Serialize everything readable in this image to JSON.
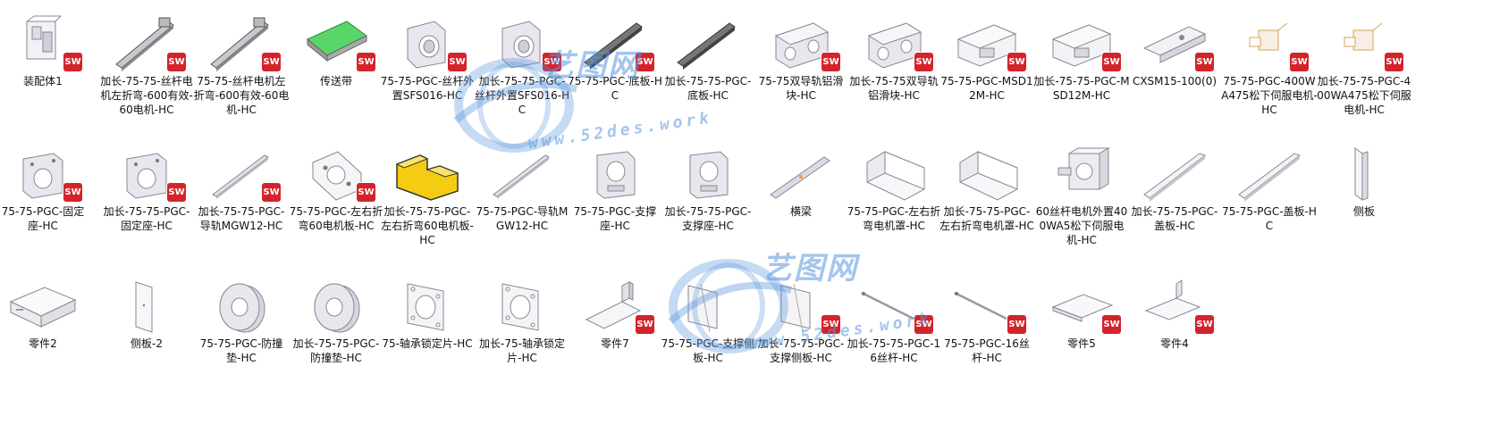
{
  "colors": {
    "sw_badge": "#d4232b",
    "part_face": "#e9e6ee",
    "part_edge": "#8a8595",
    "conveyor_green": "#58d66a",
    "yellow_part": "#f4cc14",
    "watermark": "#5a96dc"
  },
  "badge_text": "SW",
  "watermark": {
    "cn": "艺图网",
    "url": "www.52des.work"
  },
  "rows": [
    [
      {
        "label": "装配体1",
        "icon": "assembly-frame",
        "badge": true
      },
      {
        "label": "加长-75-75-丝杆电机左折弯-600有效-60电机-HC",
        "icon": "rail-long",
        "badge": true
      },
      {
        "label": "75-75-丝杆电机左折弯-600有效-60电机-HC",
        "icon": "rail-long",
        "badge": true
      },
      {
        "label": "传送带",
        "icon": "conveyor-belt",
        "badge": true
      },
      {
        "label": "75-75-PGC-丝杆外置SFS016-HC",
        "icon": "bearing-block",
        "badge": true
      },
      {
        "label": "加长-75-75-PGC-丝杆外置SFS016-HC",
        "icon": "bearing-block",
        "badge": true
      },
      {
        "label": "75-75-PGC-底板-HC",
        "icon": "rail-dark",
        "badge": true
      },
      {
        "label": "加长-75-75-PGC-底板-HC",
        "icon": "rail-dark",
        "badge": false
      },
      {
        "label": "75-75双导轨铝滑块-HC",
        "icon": "slider-block",
        "badge": true
      },
      {
        "label": "加长-75-75双导轨铝滑块-HC",
        "icon": "slider-block",
        "badge": true
      },
      {
        "label": "75-75-PGC-MSD12M-HC",
        "icon": "carriage",
        "badge": true
      },
      {
        "label": "加长-75-75-PGC-MSD12M-HC",
        "icon": "carriage",
        "badge": true
      },
      {
        "label": "CXSM15-100(0)",
        "icon": "cylinder-slide",
        "badge": true
      },
      {
        "label": "75-75-PGC-400WA475松下伺服电机-HC",
        "icon": "servo-motor-small",
        "badge": true
      },
      {
        "label": "加长-75-75-PGC-400WA475松下伺服电机-HC",
        "icon": "servo-motor-small",
        "badge": true
      }
    ],
    [
      {
        "label": "75-75-PGC-固定座-HC",
        "icon": "fixed-seat",
        "badge": true
      },
      {
        "label": "加长-75-75-PGC-固定座-HC",
        "icon": "fixed-seat",
        "badge": true
      },
      {
        "label": "加长-75-75-PGC-导轨MGW12-HC",
        "icon": "guide-rail",
        "badge": true
      },
      {
        "label": "75-75-PGC-左右折弯60电机板-HC",
        "icon": "motor-plate",
        "badge": true
      },
      {
        "label": "加长-75-75-PGC-左右折弯60电机板-HC",
        "icon": "yellow-step",
        "badge": false
      },
      {
        "label": "75-75-PGC-导轨MGW12-HC",
        "icon": "guide-rail",
        "badge": false
      },
      {
        "label": "75-75-PGC-支撑座-HC",
        "icon": "support-seat",
        "badge": false
      },
      {
        "label": "加长-75-75-PGC-支撑座-HC",
        "icon": "support-seat",
        "badge": false
      },
      {
        "label": "横梁",
        "icon": "beam",
        "badge": false
      },
      {
        "label": "75-75-PGC-左右折弯电机罩-HC",
        "icon": "motor-cover",
        "badge": false
      },
      {
        "label": "加长-75-75-PGC-左右折弯电机罩-HC",
        "icon": "motor-cover",
        "badge": false
      },
      {
        "label": "60丝杆电机外置400WA5松下伺服电机-HC",
        "icon": "servo-motor",
        "badge": false
      },
      {
        "label": "加长-75-75-PGC-盖板-HC",
        "icon": "cover-strip",
        "badge": false
      },
      {
        "label": "75-75-PGC-盖板-HC",
        "icon": "cover-strip",
        "badge": false
      },
      {
        "label": "侧板",
        "icon": "side-panel",
        "badge": false
      }
    ],
    [
      {
        "label": "零件2",
        "icon": "flat-box",
        "badge": false
      },
      {
        "label": "侧板-2",
        "icon": "side-panel-small",
        "badge": false
      },
      {
        "label": "75-75-PGC-防撞垫-HC",
        "icon": "bumper-pad",
        "badge": false
      },
      {
        "label": "加长-75-75-PGC-防撞垫-HC",
        "icon": "bumper-pad",
        "badge": false
      },
      {
        "label": "75-轴承锁定片-HC",
        "icon": "square-flange",
        "badge": false
      },
      {
        "label": "加长-75-轴承锁定片-HC",
        "icon": "square-flange",
        "badge": false
      },
      {
        "label": "零件7",
        "icon": "l-bracket",
        "badge": true
      },
      {
        "label": "75-75-PGC-支撑侧板-HC",
        "icon": "support-plate",
        "badge": false
      },
      {
        "label": "加长-75-75-PGC-支撑侧板-HC",
        "icon": "support-plate",
        "badge": true
      },
      {
        "label": "加长-75-75-PGC-16丝杆-HC",
        "icon": "screw-rod",
        "badge": true
      },
      {
        "label": "75-75-PGC-16丝杆-HC",
        "icon": "screw-rod",
        "badge": true
      },
      {
        "label": "零件5",
        "icon": "thin-plate",
        "badge": true
      },
      {
        "label": "零件4",
        "icon": "bent-plate",
        "badge": true
      }
    ]
  ]
}
